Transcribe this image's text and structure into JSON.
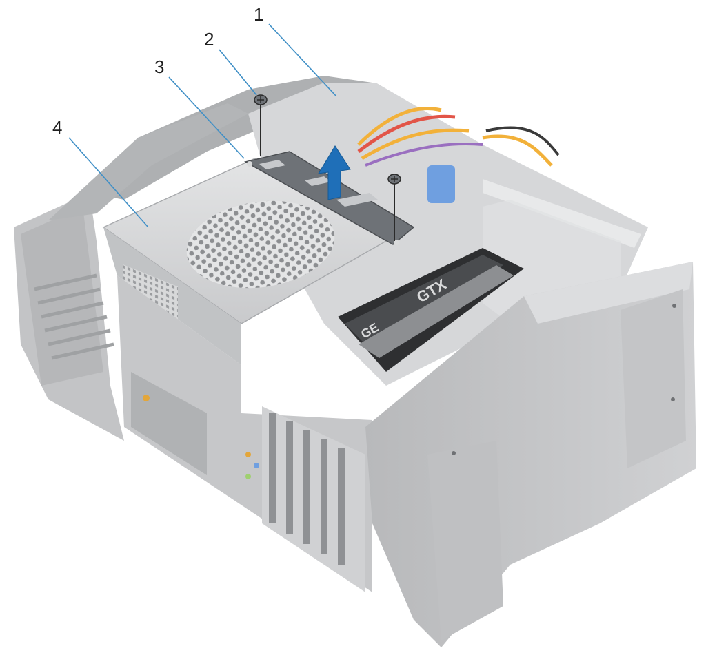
{
  "callouts": [
    {
      "id": "1",
      "label": "1"
    },
    {
      "id": "2",
      "label": "2"
    },
    {
      "id": "3",
      "label": "3"
    },
    {
      "id": "4",
      "label": "4"
    }
  ],
  "gpu_branding": {
    "text_1": "GTX",
    "text_2": "GE"
  },
  "colors": {
    "leader_line": "#3f8fc6",
    "arrow": "#1f6fb8",
    "chassis_gray": "#c8c9cb",
    "bracket": "#6e7277"
  },
  "icons": {
    "lift_direction": "arrow-up-icon"
  }
}
